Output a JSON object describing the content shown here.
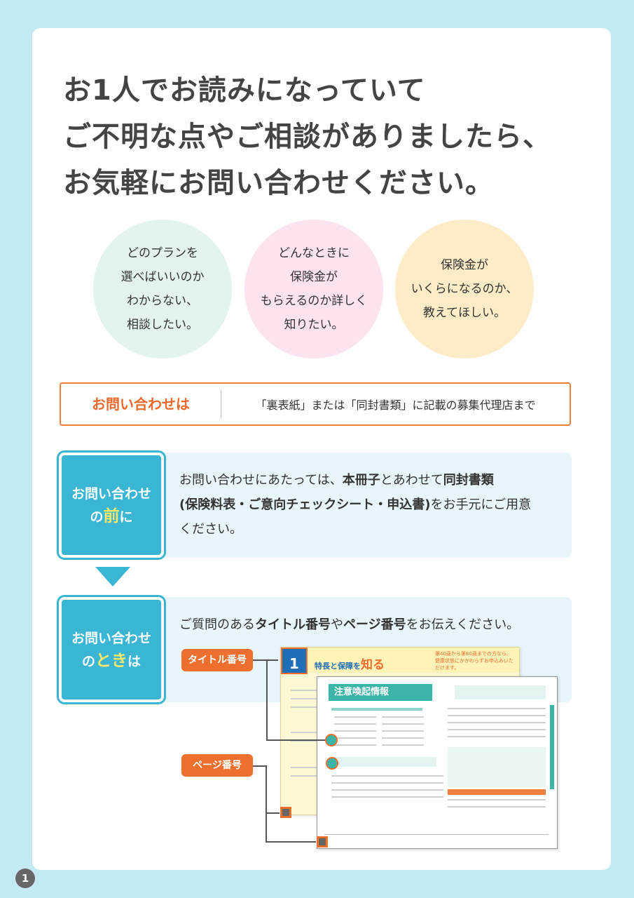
{
  "headline": {
    "line1": "お1人でお読みになっていて",
    "line2": "ご不明な点やご相談がありましたら、",
    "line3": "お気軽にお問い合わせください。"
  },
  "bubbles": [
    {
      "lines": [
        "どのプランを",
        "選べばいいのか",
        "わからない、",
        "相談したい。"
      ]
    },
    {
      "lines": [
        "どんなときに",
        "保険金が",
        "もらえるのか詳しく",
        "知りたい。"
      ]
    },
    {
      "lines": [
        "保険金が",
        "いくらになるのか、",
        "教えてほしい。"
      ]
    }
  ],
  "contact": {
    "label": "お問い合わせは",
    "text": "「裏表紙」または「同封書類」に記載の募集代理店まで"
  },
  "step1": {
    "box_pre": "お問い合わせ",
    "box_mid_a": "の",
    "box_hl": "前",
    "box_mid_b": "に",
    "t1": "お問い合わせにあたっては、",
    "t2": "本冊子",
    "t3": "とあわせて",
    "t4": "同封書類",
    "t5": "(保険料表・ご意向チェックシート・申込書)",
    "t6": "をお手元にご用意",
    "t7": "ください。"
  },
  "step2": {
    "box_pre": "お問い合わせ",
    "box_mid_a": "の",
    "box_hl": "とき",
    "box_mid_b": "は",
    "t1": "ご質問のある",
    "t2": "タイトル番号",
    "t3": "や",
    "t4": "ページ番号",
    "t5": "をお伝えください。"
  },
  "illustration": {
    "tag_title": "タイトル番号",
    "tag_page": "ページ番号",
    "step_badge": "1",
    "back_title": "特長と保障を",
    "back_title_big": "知る",
    "back_hint": "第40歳から第80歳までの方なら、健康状態にかかわらずお申込みいただけます。",
    "notice_title": "注意喚起情報"
  },
  "page_number": "1"
}
